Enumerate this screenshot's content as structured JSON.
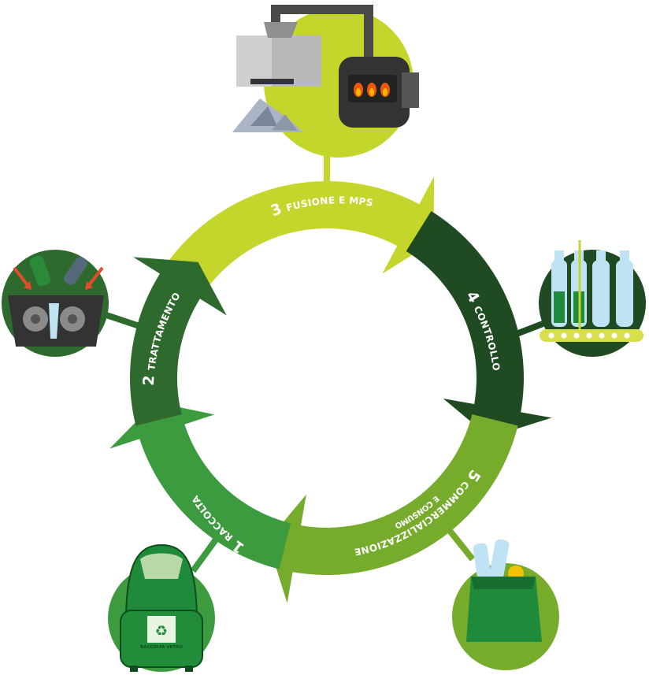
{
  "colors": {
    "step1": "#3d9b3f",
    "step2": "#2e6a2e",
    "step3": "#c4d62c",
    "step4": "#1f4a22",
    "step5": "#76ab2c",
    "lime_circle": "#c4d62c",
    "dark_circle": "#1f4a22",
    "mid_circle": "#2e6a2e",
    "bright_circle": "#3d9b3f",
    "olive_circle": "#76ab2c"
  },
  "steps": [
    {
      "number": "1",
      "label": "RACCOLTA",
      "icon": "recycling-bin-icon"
    },
    {
      "number": "2",
      "label": "TRATTAMENTO",
      "icon": "glass-crusher-icon"
    },
    {
      "number": "3",
      "label": "FUSIONE E MPS",
      "icon": "furnace-icon"
    },
    {
      "number": "4",
      "label": "CONTROLLO",
      "icon": "bottle-conveyor-icon"
    },
    {
      "number": "5",
      "label": "COMMERCIALIZZAZIONE",
      "sublabel": "E CONSUMO",
      "icon": "shopping-bag-icon"
    }
  ],
  "bin_label": "RACCOLTA VETRO"
}
